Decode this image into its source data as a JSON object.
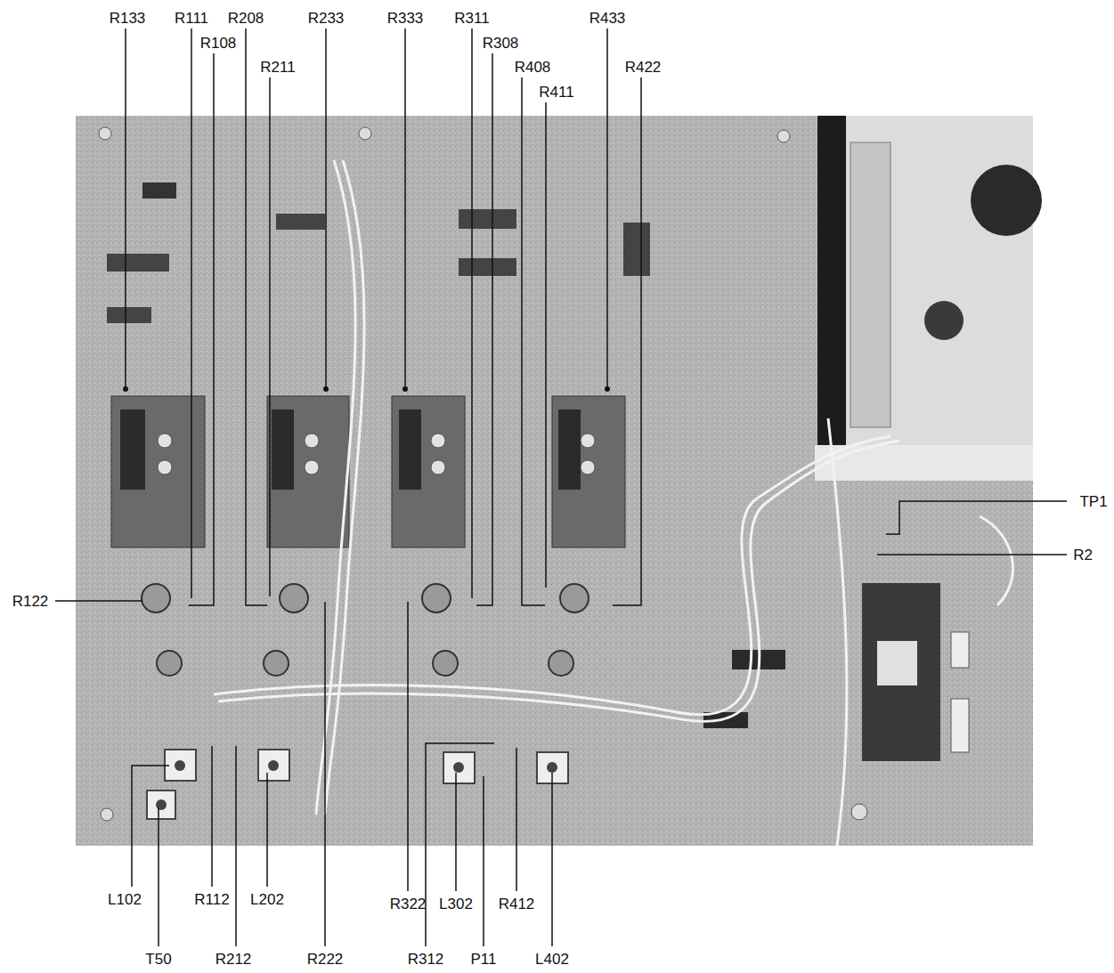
{
  "diagram": {
    "labels": [
      "R133",
      "R111",
      "R208",
      "R233",
      "R333",
      "R311",
      "R308",
      "R433",
      "R108",
      "R211",
      "R408",
      "R411",
      "R422",
      "TP1",
      "R2",
      "R122",
      "L102",
      "R112",
      "L202",
      "R322",
      "L302",
      "R412",
      "T50",
      "R212",
      "R222",
      "R312",
      "P11",
      "L402"
    ]
  }
}
